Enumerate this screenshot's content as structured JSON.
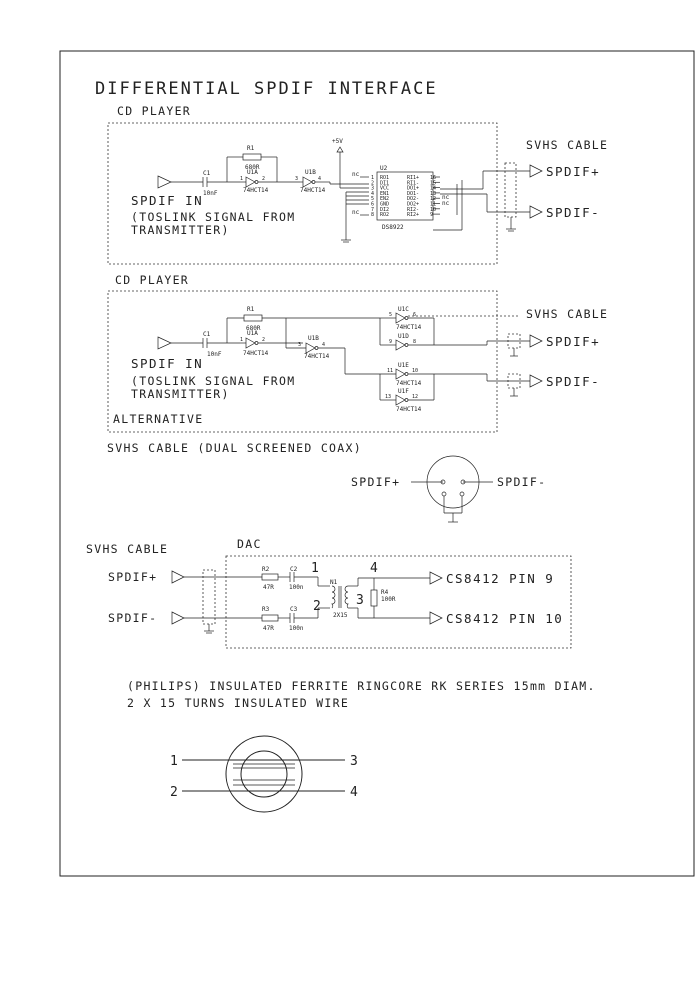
{
  "title": "DIFFERENTIAL SPDIF INTERFACE",
  "section1": {
    "box_label": "CD PLAYER",
    "cable_label": "SVHS CABLE",
    "input_label": "SPDIF IN",
    "note_line1": "(TOSLINK SIGNAL FROM",
    "note_line2": "TRANSMITTER)",
    "out_plus": "SPDIF+",
    "out_minus": "SPDIF-",
    "supply": "+5V",
    "c1": {
      "ref": "C1",
      "value": "10nF"
    },
    "r1": {
      "ref": "R1",
      "value": "680R"
    },
    "u1a": {
      "ref": "U1A",
      "part": "74HCT14",
      "pin_in": "1",
      "pin_out": "2"
    },
    "u1b": {
      "ref": "U1B",
      "part": "74HCT14",
      "pin_in": "3",
      "pin_out": "4"
    },
    "u2": {
      "ref": "U2",
      "part": "DS8922",
      "nc": "nc",
      "left_names": [
        "RO1",
        "DI1",
        "VCC",
        "EN1",
        "EN2",
        "GND",
        "DI2",
        "RO2"
      ],
      "left_pins": [
        "1",
        "2",
        "3",
        "4",
        "5",
        "6",
        "7",
        "8"
      ],
      "right_names": [
        "RI1+",
        "RI1-",
        "DO1+",
        "DO1-",
        "DO2-",
        "DO2+",
        "RI2-",
        "RI2+"
      ],
      "right_pins": [
        "16",
        "15",
        "14",
        "13",
        "12",
        "11",
        "10",
        "9"
      ]
    }
  },
  "section2": {
    "box_label": "CD PLAYER",
    "cable_label": "SVHS CABLE",
    "input_label": "SPDIF IN",
    "note_line1": "(TOSLINK SIGNAL FROM",
    "note_line2": "TRANSMITTER)",
    "alt_label": "ALTERNATIVE",
    "out_plus": "SPDIF+",
    "out_minus": "SPDIF-",
    "c1": {
      "ref": "C1",
      "value": "10nF"
    },
    "r1": {
      "ref": "R1",
      "value": "680R"
    },
    "u1a": {
      "ref": "U1A",
      "part": "74HCT14",
      "pin_in": "1",
      "pin_out": "2"
    },
    "u1b": {
      "ref": "U1B",
      "part": "74HCT14",
      "pin_in": "3",
      "pin_out": "4"
    },
    "u1c": {
      "ref": "U1C",
      "part": "74HCT14",
      "pin_in": "5",
      "pin_out": "6"
    },
    "u1d": {
      "ref": "U1D",
      "part": "",
      "pin_in": "9",
      "pin_out": "8"
    },
    "u1e": {
      "ref": "U1E",
      "part": "74HCT14",
      "pin_in": "11",
      "pin_out": "10"
    },
    "u1f": {
      "ref": "U1F",
      "part": "74HCT14",
      "pin_in": "13",
      "pin_out": "12"
    }
  },
  "section3": {
    "cable_desc": "SVHS CABLE (DUAL SCREENED COAX)",
    "plus": "SPDIF+",
    "minus": "SPDIF-"
  },
  "section4": {
    "cable_label": "SVHS CABLE",
    "box_label": "DAC",
    "in_plus": "SPDIF+",
    "in_minus": "SPDIF-",
    "r2": {
      "ref": "R2",
      "value": "47R"
    },
    "r3": {
      "ref": "R3",
      "value": "47R"
    },
    "c2": {
      "ref": "C2",
      "value": "100n"
    },
    "c3": {
      "ref": "C3",
      "value": "100n"
    },
    "r4": {
      "ref": "R4",
      "value": "100R"
    },
    "n1": {
      "ref": "N1",
      "turns": "2X15"
    },
    "winding_nums": [
      "1",
      "2",
      "3",
      "4"
    ],
    "out1": "CS8412 PIN 9",
    "out2": "CS8412 PIN 10"
  },
  "notes": {
    "line1": "(PHILIPS) INSULATED FERRITE RINGCORE RK SERIES 15mm DIAM.",
    "line2": "2 X 15 TURNS INSULATED WIRE"
  },
  "toroid": {
    "labels": [
      "1",
      "2",
      "3",
      "4"
    ]
  }
}
